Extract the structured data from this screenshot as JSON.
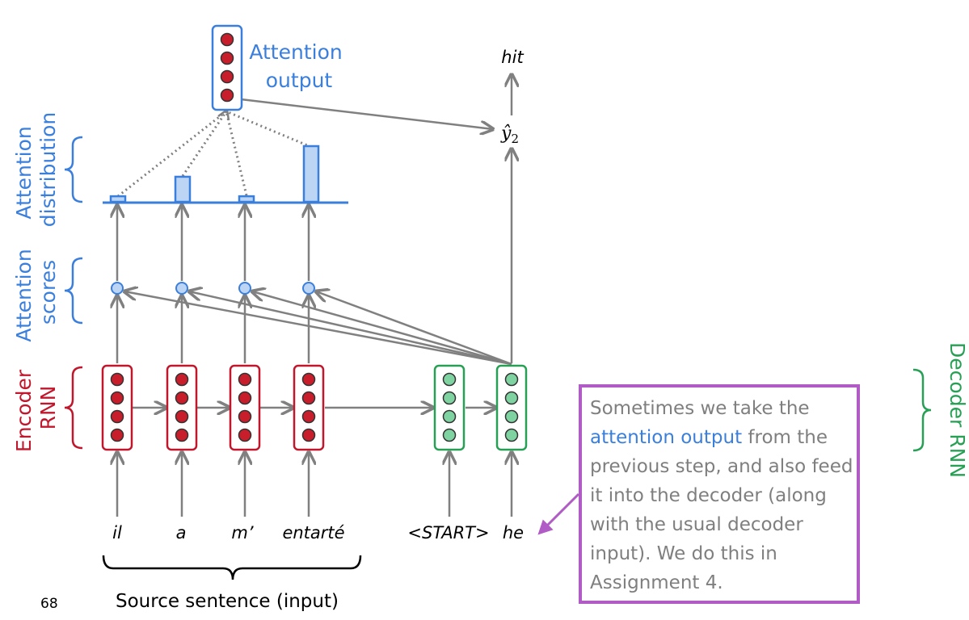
{
  "labels": {
    "attention_output": [
      "Attention",
      "output"
    ],
    "attention_distribution": [
      "Attention",
      "distribution"
    ],
    "attention_scores": [
      "Attention",
      "scores"
    ],
    "encoder_rnn": [
      "Encoder",
      "RNN"
    ],
    "decoder_rnn": "Decoder RNN",
    "output_word": "hit",
    "y_hat": "ŷ",
    "y_hat_sub": "2"
  },
  "source_words": [
    "il",
    "a",
    "m’",
    "entarté"
  ],
  "decoder_words": [
    "<START>",
    "he"
  ],
  "attention_distribution_values": [
    0.1,
    0.45,
    0.1,
    1.0
  ],
  "note": {
    "pre": "Sometimes we take the ",
    "highlight": "attention output",
    "post": " from the previous step, and also feed it into the decoder (along with the usual decoder input). We do this in Assignment 4."
  },
  "caption": "Source sentence (input)",
  "page_number": "68",
  "colors": {
    "encoder": "#c0172c",
    "decoder": "#27a055",
    "attention": "#3b7fdc",
    "arrow": "#808080",
    "note_border": "#b15bc6"
  }
}
